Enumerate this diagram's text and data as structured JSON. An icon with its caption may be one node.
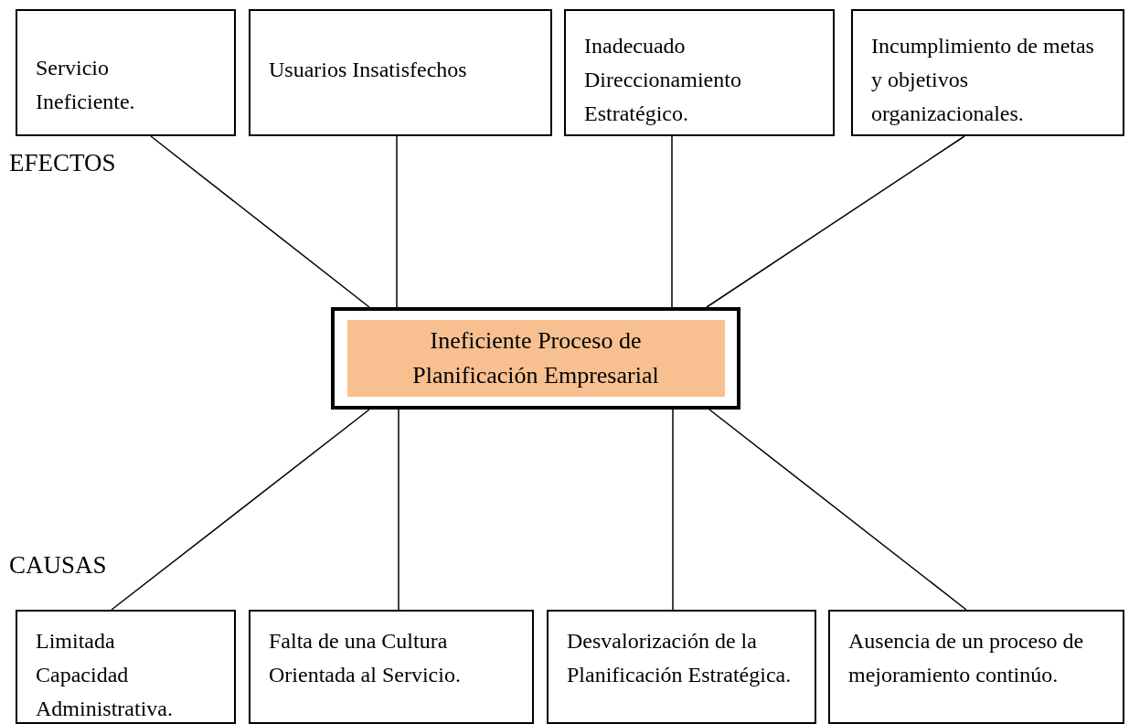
{
  "diagram": {
    "nodes": [
      {
        "text": [
          "Servicio Ineficiente."
        ]
      },
      {
        "text": [
          "Usuarios Insatisfechos"
        ]
      },
      {
        "text": [
          "Inadecuado Direccionamiento Estratégico."
        ]
      },
      {
        "text": [
          "Incumplimiento de metas y objetivos organizacionales."
        ]
      },
      {
        "text": [
          "Ineficiente Proceso de Planificación Empresarial"
        ]
      },
      {
        "text": [
          "Limitada Capacidad Administrativa."
        ]
      },
      {
        "text": [
          "Falta de una Cultura Orientada al Servicio."
        ]
      },
      {
        "text": [
          "Desvalorización de la Planificación Estratégica."
        ]
      },
      {
        "text": [
          "Ausencia de un proceso de mejoramiento continúo."
        ]
      }
    ],
    "edges": [
      {
        "from": 0,
        "to": 4,
        "arrow": "none"
      },
      {
        "from": 1,
        "to": 4,
        "arrow": "none"
      },
      {
        "from": 2,
        "to": 4,
        "arrow": "none"
      },
      {
        "from": 3,
        "to": 4,
        "arrow": "none"
      },
      {
        "from": 5,
        "to": 4,
        "arrow": "none"
      },
      {
        "from": 6,
        "to": 4,
        "arrow": "none"
      },
      {
        "from": 7,
        "to": 4,
        "arrow": "none"
      },
      {
        "from": 8,
        "to": 4,
        "arrow": "none"
      }
    ],
    "labels": [
      "EFECTOS",
      "CAUSAS"
    ]
  }
}
